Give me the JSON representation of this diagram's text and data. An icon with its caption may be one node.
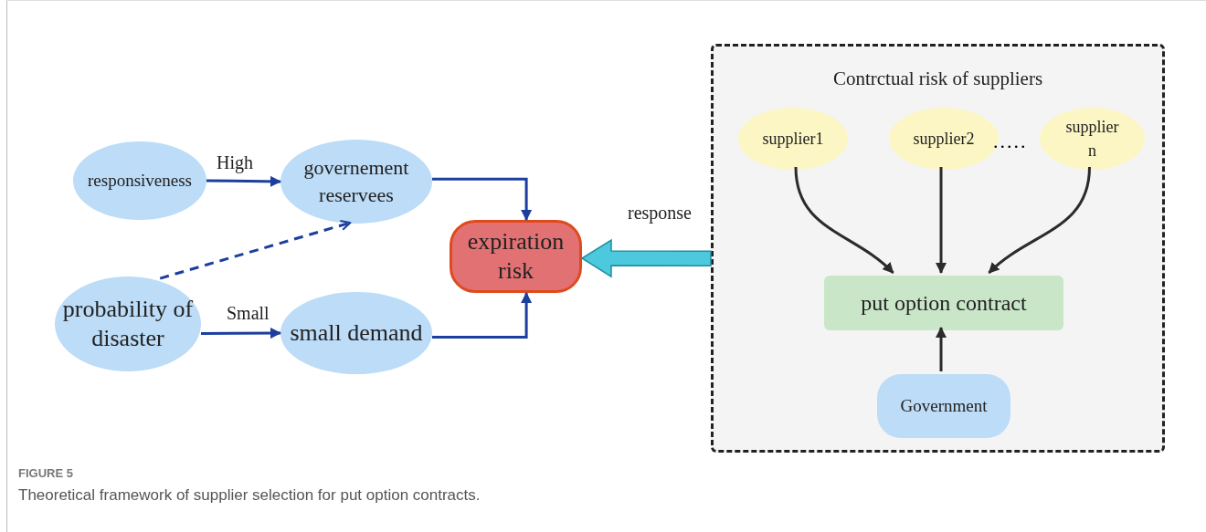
{
  "diagram": {
    "caption": "Theoretical framework of supplier selection for put option contracts.",
    "nodes": [
      {
        "text": [
          "responsiveness"
        ]
      },
      {
        "text": [
          "governement reservees"
        ]
      },
      {
        "text": [
          "probability of disaster"
        ]
      },
      {
        "text": [
          "small demand"
        ]
      },
      {
        "text": [
          "expiration risk"
        ]
      },
      {
        "text": [
          "Contrctual risk of suppliers"
        ]
      },
      {
        "text": [
          "supplier1"
        ],
        "in": 5
      },
      {
        "text": [
          "supplier2"
        ],
        "in": 5
      },
      {
        "text": [
          "supplier n"
        ],
        "in": 5
      },
      {
        "text": [
          "put option contract"
        ],
        "in": 5
      },
      {
        "text": [
          "Government"
        ],
        "in": 5
      }
    ],
    "edges": [
      {
        "from": 0,
        "to": 1,
        "arrow": "to",
        "label": "High"
      },
      {
        "from": 2,
        "to": 1,
        "arrow": "to",
        "style": "dashed"
      },
      {
        "from": 2,
        "to": 3,
        "arrow": "to",
        "label": "Small"
      },
      {
        "from": 1,
        "to": 4,
        "arrow": "to"
      },
      {
        "from": 3,
        "to": 4,
        "arrow": "to"
      },
      {
        "from": 5,
        "to": 4,
        "arrow": "to",
        "label": "response",
        "style": "thick",
        "color": "#4cc9dd"
      },
      {
        "from": 6,
        "to": 9,
        "arrow": "to",
        "color": "#2b2b2b"
      },
      {
        "from": 7,
        "to": 9,
        "arrow": "to",
        "color": "#2b2b2b"
      },
      {
        "from": 8,
        "to": 9,
        "arrow": "to",
        "color": "#2b2b2b"
      },
      {
        "from": 10,
        "to": 9,
        "arrow": "to",
        "color": "#2b2b2b"
      }
    ],
    "labels": [
      ".....",
      "FIGURE 5"
    ]
  }
}
